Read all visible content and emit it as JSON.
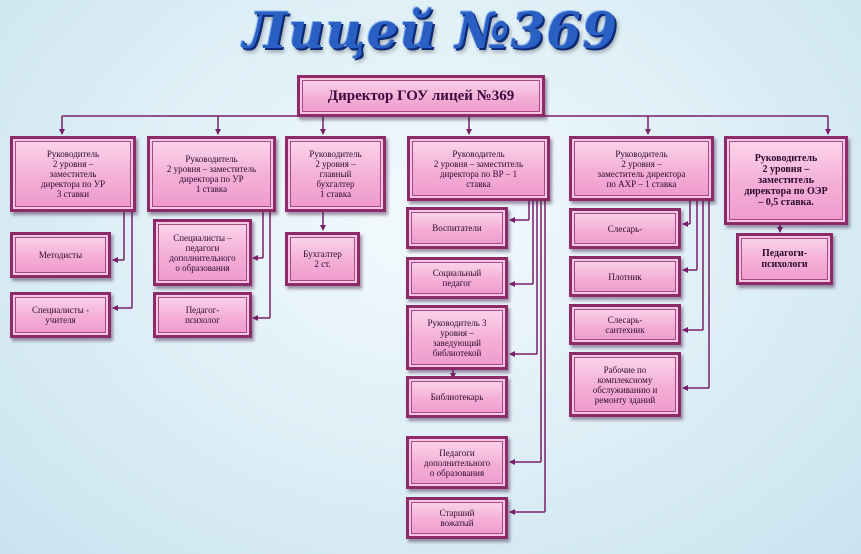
{
  "title": "Лицей №369",
  "director": "Директор ГОУ лицей №369",
  "heads": [
    "Руководитель\n2 уровня –\nзаместитель\nдиректора по УР\n3 ставки",
    "Руководитель\n2 уровня – заместитель\nдиректора по УР\n1 ставка",
    "Руководитель\n2 уровня –\nглавный\nбухгалтер\n1 ставка",
    "Руководитель\n2 уровня – заместитель\nдиректора по ВР – 1\nставка",
    "Руководитель\n2 уровня –\nзаместитель директора\nпо АХР – 1 ставка",
    "Руководитель\n2 уровня –\nзаместитель\nдиректора по ОЭР\n– 0,5 ставка."
  ],
  "col1": [
    "Методисты",
    "Специалисты -\nучителя"
  ],
  "col2": [
    "Специалисты –\nпедагоги\nдополнительного\nо образования",
    "Педагог-\nпсихолог"
  ],
  "col3": [
    "Бухгалтер\n2 ст."
  ],
  "col4": [
    "Воспитатели",
    "Социальный\nпедагог",
    "Руководитель 3\nуровня –\nзаведующий\nбиблиотекой",
    "Библиотекарь",
    "Педагоги\nдополнительного\nо образования",
    "Старший\nвожатый"
  ],
  "col5": [
    "Слесарь-",
    "Плотник",
    "Слесарь-\nсантехник",
    "Рабочие по\nкомплексному\nобслуживанию и\nремонту зданий"
  ],
  "col6": [
    "Педагоги-\nпсихологи"
  ],
  "colors": {
    "line": "#7a1f6a",
    "box_border": "#8c2a6a",
    "title": "#2a5fc4"
  }
}
